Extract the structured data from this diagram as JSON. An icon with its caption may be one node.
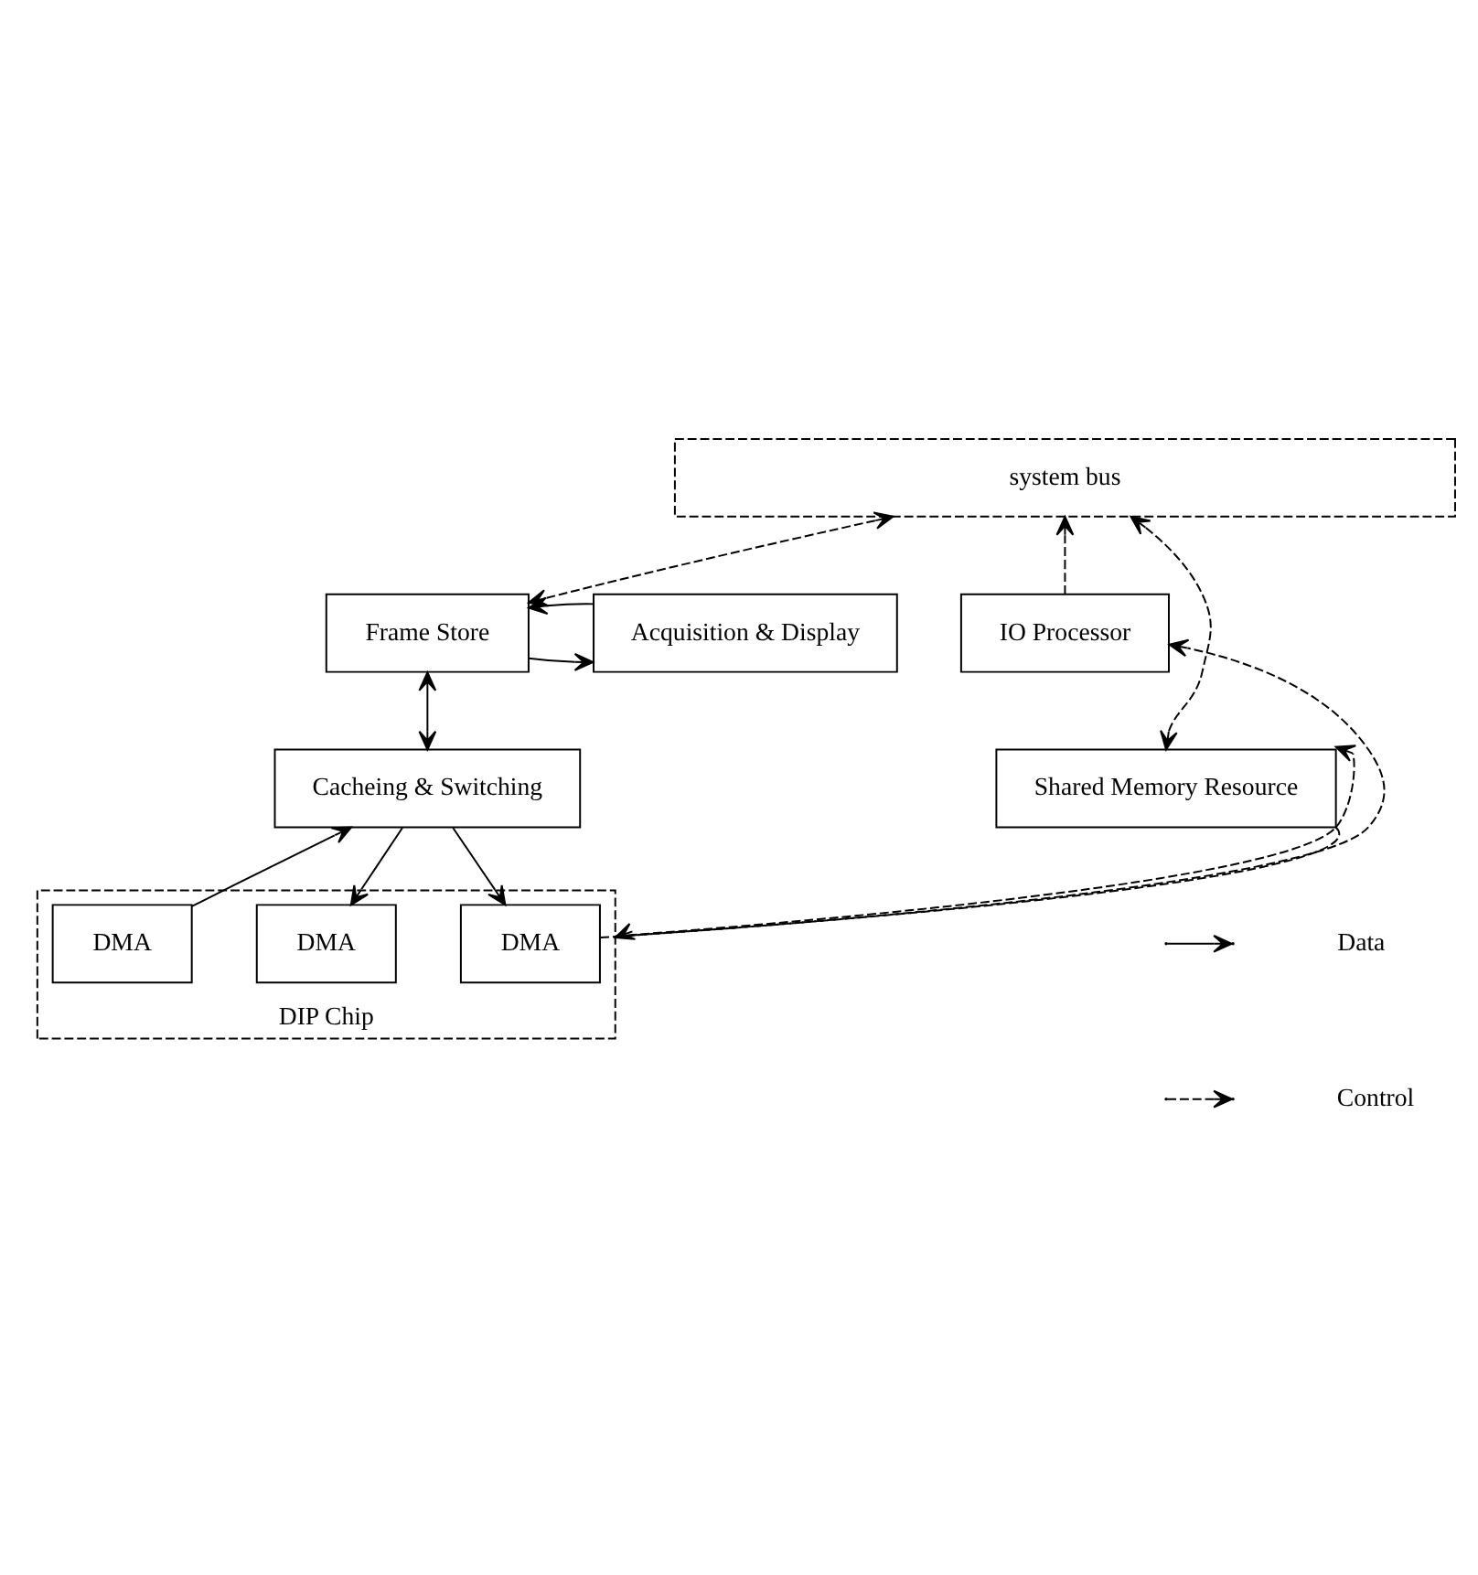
{
  "diagram": {
    "nodes": [
      {
        "text": [
          "system bus"
        ]
      },
      {
        "text": [
          "Frame Store"
        ]
      },
      {
        "text": [
          "Acquisition & Display"
        ]
      },
      {
        "text": [
          "IO Processor"
        ]
      },
      {
        "text": [
          "Cacheing & Switching"
        ]
      },
      {
        "text": [
          "DIP Chip"
        ]
      },
      {
        "text": [
          "DMA"
        ],
        "in": 5
      },
      {
        "text": [
          "DMA"
        ],
        "in": 5
      },
      {
        "text": [
          "DMA"
        ],
        "in": 5
      },
      {
        "text": [
          "Shared Memory Resource"
        ]
      }
    ],
    "edges": [
      {
        "from": 0,
        "to": 1,
        "arrow": "both",
        "style": "dashed"
      },
      {
        "from": 3,
        "to": 0,
        "arrow": "to",
        "style": "dashed"
      },
      {
        "from": 0,
        "to": 9,
        "arrow": "both",
        "style": "dashed"
      },
      {
        "from": 1,
        "to": 2,
        "arrow": "to"
      },
      {
        "from": 2,
        "to": 1,
        "arrow": "to"
      },
      {
        "from": 1,
        "to": 4,
        "arrow": "both"
      },
      {
        "from": 4,
        "to": 6,
        "arrow": "to"
      },
      {
        "from": 4,
        "to": 7,
        "arrow": "to"
      },
      {
        "from": 8,
        "to": 4,
        "arrow": "to"
      },
      {
        "from": 6,
        "to": 3,
        "arrow": "to",
        "style": "dashed"
      },
      {
        "from": 5,
        "to": 9,
        "arrow": "to",
        "style": "dashed"
      },
      {
        "from": 9,
        "to": 5,
        "arrow": "to",
        "style": "dashed"
      }
    ],
    "legend": [
      {
        "text": "Data"
      },
      {
        "text": "Control"
      }
    ]
  }
}
